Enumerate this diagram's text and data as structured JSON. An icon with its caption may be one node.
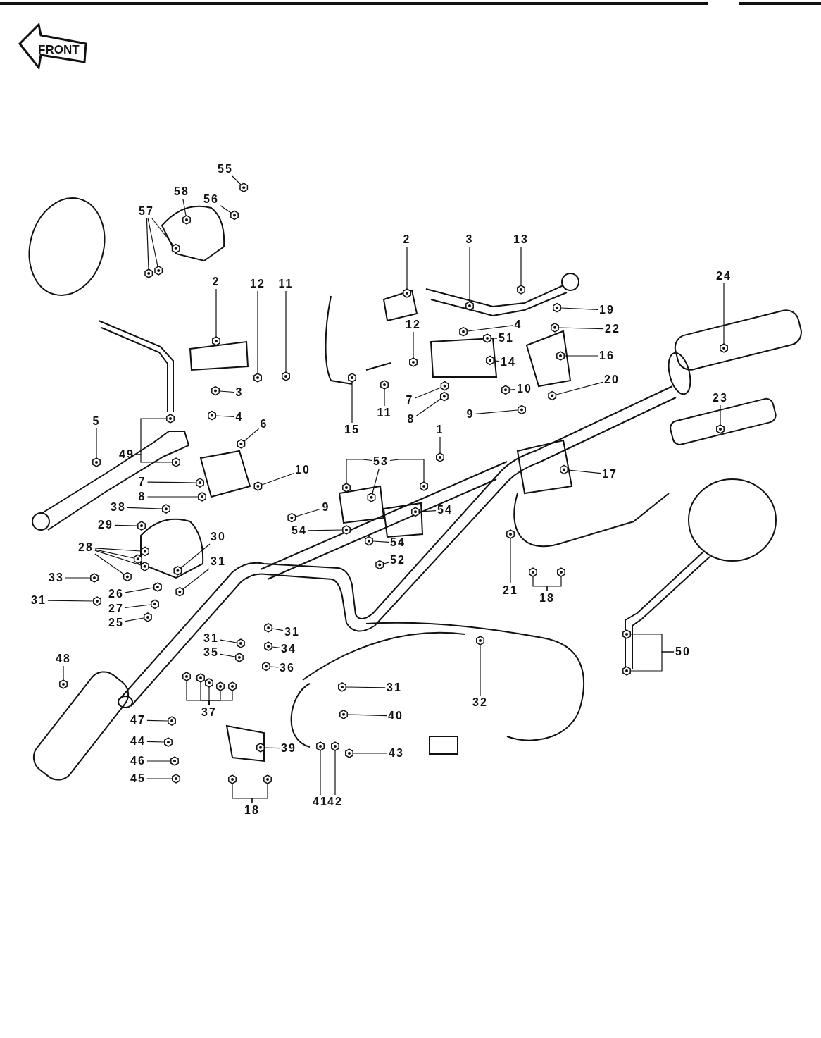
{
  "diagram": {
    "nodes": [
      {
        "text": [
          "58"
        ]
      },
      {
        "text": [
          "56"
        ]
      },
      {
        "text": [
          "55"
        ]
      },
      {
        "text": [
          "57"
        ]
      },
      {
        "text": [
          "2"
        ]
      },
      {
        "text": [
          "12"
        ]
      },
      {
        "text": [
          "11"
        ]
      },
      {
        "text": [
          "2"
        ]
      },
      {
        "text": [
          "3"
        ]
      },
      {
        "text": [
          "13"
        ]
      },
      {
        "text": [
          "19"
        ]
      },
      {
        "text": [
          "4"
        ]
      },
      {
        "text": [
          "22"
        ]
      },
      {
        "text": [
          "51"
        ]
      },
      {
        "text": [
          "12"
        ]
      },
      {
        "text": [
          "16"
        ]
      },
      {
        "text": [
          "14"
        ]
      },
      {
        "text": [
          "24"
        ]
      },
      {
        "text": [
          "20"
        ]
      },
      {
        "text": [
          "10"
        ]
      },
      {
        "text": [
          "7"
        ]
      },
      {
        "text": [
          "11"
        ]
      },
      {
        "text": [
          "8"
        ]
      },
      {
        "text": [
          "9"
        ]
      },
      {
        "text": [
          "15"
        ]
      },
      {
        "text": [
          "23"
        ]
      },
      {
        "text": [
          "1"
        ]
      },
      {
        "text": [
          "53"
        ]
      },
      {
        "text": [
          "5"
        ]
      },
      {
        "text": [
          "49"
        ]
      },
      {
        "text": [
          "3"
        ]
      },
      {
        "text": [
          "4"
        ]
      },
      {
        "text": [
          "6"
        ]
      },
      {
        "text": [
          "10"
        ]
      },
      {
        "text": [
          "9"
        ]
      },
      {
        "text": [
          "7"
        ]
      },
      {
        "text": [
          "8"
        ]
      },
      {
        "text": [
          "38"
        ]
      },
      {
        "text": [
          "29"
        ]
      },
      {
        "text": [
          "28"
        ]
      },
      {
        "text": [
          "30"
        ]
      },
      {
        "text": [
          "31"
        ]
      },
      {
        "text": [
          "33"
        ]
      },
      {
        "text": [
          "26"
        ]
      },
      {
        "text": [
          "31"
        ]
      },
      {
        "text": [
          "27"
        ]
      },
      {
        "text": [
          "25"
        ]
      },
      {
        "text": [
          "54"
        ]
      },
      {
        "text": [
          "54"
        ]
      },
      {
        "text": [
          "54"
        ]
      },
      {
        "text": [
          "52"
        ]
      },
      {
        "text": [
          "17"
        ]
      },
      {
        "text": [
          "21"
        ]
      },
      {
        "text": [
          "18"
        ]
      },
      {
        "text": [
          "31"
        ]
      },
      {
        "text": [
          "34"
        ]
      },
      {
        "text": [
          "31"
        ]
      },
      {
        "text": [
          "35"
        ]
      },
      {
        "text": [
          "36"
        ]
      },
      {
        "text": [
          "48"
        ]
      },
      {
        "text": [
          "50"
        ]
      },
      {
        "text": [
          "32"
        ]
      },
      {
        "text": [
          "31"
        ]
      },
      {
        "text": [
          "40"
        ]
      },
      {
        "text": [
          "37"
        ]
      },
      {
        "text": [
          "47"
        ]
      },
      {
        "text": [
          "44"
        ]
      },
      {
        "text": [
          "39"
        ]
      },
      {
        "text": [
          "43"
        ]
      },
      {
        "text": [
          "46"
        ]
      },
      {
        "text": [
          "45"
        ]
      },
      {
        "text": [
          "41"
        ]
      },
      {
        "text": [
          "42"
        ]
      },
      {
        "text": [
          "18"
        ]
      },
      {
        "text": [],
        "shape": "picture"
      },
      {
        "text": [],
        "shape": "picture"
      },
      {
        "text": [],
        "shape": "picture"
      },
      {
        "text": [],
        "shape": "picture"
      },
      {
        "text": [],
        "shape": "picture"
      },
      {
        "text": [],
        "shape": "picture"
      },
      {
        "text": [],
        "shape": "picture"
      },
      {
        "text": [],
        "shape": "picture"
      },
      {
        "text": [],
        "shape": "picture"
      },
      {
        "text": [],
        "shape": "picture"
      },
      {
        "text": [],
        "shape": "picture"
      },
      {
        "text": [],
        "shape": "picture"
      },
      {
        "text": [],
        "shape": "picture"
      },
      {
        "text": [],
        "shape": "picture"
      },
      {
        "text": [],
        "shape": "picture"
      },
      {
        "text": [],
        "shape": "picture"
      },
      {
        "text": [],
        "shape": "picture"
      },
      {
        "text": [],
        "shape": "picture"
      },
      {
        "text": [],
        "shape": "picture"
      },
      {
        "text": [],
        "shape": "picture"
      },
      {
        "text": [],
        "shape": "picture"
      },
      {
        "text": [],
        "shape": "picture"
      },
      {
        "text": [],
        "shape": "picture"
      },
      {
        "text": [],
        "shape": "picture"
      },
      {
        "text": [],
        "shape": "picture"
      },
      {
        "text": [],
        "shape": "picture"
      },
      {
        "text": [],
        "shape": "picture"
      },
      {
        "text": [],
        "shape": "picture"
      },
      {
        "text": [],
        "shape": "picture"
      },
      {
        "text": [],
        "shape": "picture"
      },
      {
        "text": [],
        "shape": "picture"
      },
      {
        "text": [],
        "shape": "picture"
      },
      {
        "text": [],
        "shape": "picture"
      },
      {
        "text": [],
        "shape": "picture"
      },
      {
        "text": [],
        "shape": "picture"
      },
      {
        "text": [],
        "shape": "picture"
      },
      {
        "text": [],
        "shape": "picture"
      },
      {
        "text": [],
        "shape": "picture"
      },
      {
        "text": [],
        "shape": "picture"
      },
      {
        "text": [],
        "shape": "picture"
      },
      {
        "text": [],
        "shape": "picture"
      },
      {
        "text": [],
        "shape": "picture"
      },
      {
        "text": [],
        "shape": "picture"
      },
      {
        "text": [],
        "shape": "picture"
      },
      {
        "text": [],
        "shape": "picture"
      },
      {
        "text": [],
        "shape": "picture"
      },
      {
        "text": [],
        "shape": "picture"
      },
      {
        "text": [],
        "shape": "picture"
      },
      {
        "text": [],
        "shape": "picture"
      },
      {
        "text": [],
        "shape": "picture"
      },
      {
        "text": [],
        "shape": "picture"
      },
      {
        "text": [],
        "shape": "picture"
      },
      {
        "text": [],
        "shape": "picture"
      },
      {
        "text": [],
        "shape": "picture"
      },
      {
        "text": [],
        "shape": "picture"
      },
      {
        "text": [],
        "shape": "picture"
      },
      {
        "text": [],
        "shape": "picture"
      },
      {
        "text": [],
        "shape": "picture"
      },
      {
        "text": [],
        "shape": "picture"
      },
      {
        "text": [],
        "shape": "picture"
      },
      {
        "text": [],
        "shape": "picture"
      },
      {
        "text": [],
        "shape": "picture"
      },
      {
        "text": [],
        "shape": "picture"
      },
      {
        "text": [],
        "shape": "picture"
      },
      {
        "text": [],
        "shape": "picture"
      },
      {
        "text": [],
        "shape": "picture"
      },
      {
        "text": [],
        "shape": "picture"
      },
      {
        "text": [],
        "shape": "picture"
      },
      {
        "text": [],
        "shape": "picture"
      },
      {
        "text": [],
        "shape": "picture"
      },
      {
        "text": [],
        "shape": "picture"
      },
      {
        "text": [],
        "shape": "picture"
      },
      {
        "text": [],
        "shape": "picture"
      },
      {
        "text": [],
        "shape": "picture"
      },
      {
        "text": [],
        "shape": "picture"
      },
      {
        "text": [],
        "shape": "picture"
      },
      {
        "text": [],
        "shape": "picture"
      },
      {
        "text": [],
        "shape": "picture"
      },
      {
        "text": [],
        "shape": "picture"
      },
      {
        "text": [],
        "shape": "picture"
      },
      {
        "text": [],
        "shape": "picture"
      },
      {
        "text": [],
        "shape": "picture"
      },
      {
        "text": [],
        "shape": "picture"
      },
      {
        "text": [],
        "shape": "picture"
      },
      {
        "text": [],
        "shape": "picture"
      },
      {
        "text": [],
        "shape": "picture"
      },
      {
        "text": [],
        "shape": "picture"
      },
      {
        "text": [],
        "shape": "picture"
      },
      {
        "text": [],
        "shape": "picture"
      }
    ],
    "edges": [
      {
        "from": 0,
        "to": 74,
        "arrow": "none"
      },
      {
        "from": 1,
        "to": 75,
        "arrow": "none"
      },
      {
        "from": 2,
        "to": 76,
        "arrow": "none"
      },
      {
        "from": 3,
        "to": 77,
        "arrow": "none"
      },
      {
        "from": 3,
        "to": 78,
        "arrow": "none"
      },
      {
        "from": 3,
        "to": 79,
        "arrow": "none"
      },
      {
        "from": 4,
        "to": 80,
        "arrow": "none"
      },
      {
        "from": 5,
        "to": 81,
        "arrow": "none"
      },
      {
        "from": 6,
        "to": 82,
        "arrow": "none"
      },
      {
        "from": 7,
        "to": 83,
        "arrow": "none"
      },
      {
        "from": 8,
        "to": 84,
        "arrow": "none"
      },
      {
        "from": 9,
        "to": 85,
        "arrow": "none"
      },
      {
        "from": 10,
        "to": 86,
        "arrow": "none"
      },
      {
        "from": 11,
        "to": 87,
        "arrow": "none"
      },
      {
        "from": 12,
        "to": 88,
        "arrow": "none"
      },
      {
        "from": 13,
        "to": 89,
        "arrow": "none"
      },
      {
        "from": 14,
        "to": 90,
        "arrow": "none"
      },
      {
        "from": 15,
        "to": 91,
        "arrow": "none"
      },
      {
        "from": 16,
        "to": 92,
        "arrow": "none"
      },
      {
        "from": 17,
        "to": 93,
        "arrow": "none"
      },
      {
        "from": 18,
        "to": 94,
        "arrow": "none"
      },
      {
        "from": 19,
        "to": 95,
        "arrow": "none"
      },
      {
        "from": 20,
        "to": 96,
        "arrow": "none"
      },
      {
        "from": 21,
        "to": 97,
        "arrow": "none"
      },
      {
        "from": 22,
        "to": 98,
        "arrow": "none"
      },
      {
        "from": 23,
        "to": 99,
        "arrow": "none"
      },
      {
        "from": 24,
        "to": 100,
        "arrow": "none"
      },
      {
        "from": 25,
        "to": 101,
        "arrow": "none"
      },
      {
        "from": 26,
        "to": 102,
        "arrow": "none"
      },
      {
        "from": 27,
        "to": 103,
        "arrow": "none"
      },
      {
        "from": 27,
        "to": 104,
        "arrow": "none"
      },
      {
        "from": 27,
        "to": 105,
        "arrow": "none"
      },
      {
        "from": 28,
        "to": 106,
        "arrow": "none"
      },
      {
        "from": 29,
        "to": 107,
        "arrow": "none"
      },
      {
        "from": 29,
        "to": 108,
        "arrow": "none"
      },
      {
        "from": 30,
        "to": 109,
        "arrow": "none"
      },
      {
        "from": 31,
        "to": 110,
        "arrow": "none"
      },
      {
        "from": 32,
        "to": 111,
        "arrow": "none"
      },
      {
        "from": 33,
        "to": 112,
        "arrow": "none"
      },
      {
        "from": 34,
        "to": 113,
        "arrow": "none"
      },
      {
        "from": 35,
        "to": 114,
        "arrow": "none"
      },
      {
        "from": 36,
        "to": 115,
        "arrow": "none"
      },
      {
        "from": 37,
        "to": 116,
        "arrow": "none"
      },
      {
        "from": 38,
        "to": 117,
        "arrow": "none"
      },
      {
        "from": 39,
        "to": 118,
        "arrow": "none"
      },
      {
        "from": 39,
        "to": 119,
        "arrow": "none"
      },
      {
        "from": 39,
        "to": 120,
        "arrow": "none"
      },
      {
        "from": 39,
        "to": 121,
        "arrow": "none"
      },
      {
        "from": 40,
        "to": 122,
        "arrow": "none"
      },
      {
        "from": 41,
        "to": 123,
        "arrow": "none"
      },
      {
        "from": 42,
        "to": 124,
        "arrow": "none"
      },
      {
        "from": 43,
        "to": 125,
        "arrow": "none"
      },
      {
        "from": 44,
        "to": 126,
        "arrow": "none"
      },
      {
        "from": 45,
        "to": 127,
        "arrow": "none"
      },
      {
        "from": 46,
        "to": 128,
        "arrow": "none"
      },
      {
        "from": 47,
        "to": 129,
        "arrow": "none"
      },
      {
        "from": 48,
        "to": 130,
        "arrow": "none"
      },
      {
        "from": 49,
        "to": 131,
        "arrow": "none"
      },
      {
        "from": 50,
        "to": 132,
        "arrow": "none"
      },
      {
        "from": 51,
        "to": 133,
        "arrow": "none"
      },
      {
        "from": 52,
        "to": 134,
        "arrow": "none"
      },
      {
        "from": 53,
        "to": 135,
        "arrow": "none"
      },
      {
        "from": 53,
        "to": 136,
        "arrow": "none"
      },
      {
        "from": 54,
        "to": 137,
        "arrow": "none"
      },
      {
        "from": 55,
        "to": 138,
        "arrow": "none"
      },
      {
        "from": 56,
        "to": 139,
        "arrow": "none"
      },
      {
        "from": 57,
        "to": 140,
        "arrow": "none"
      },
      {
        "from": 58,
        "to": 141,
        "arrow": "none"
      },
      {
        "from": 59,
        "to": 142,
        "arrow": "none"
      },
      {
        "from": 60,
        "to": 143,
        "arrow": "none"
      },
      {
        "from": 60,
        "to": 144,
        "arrow": "none"
      },
      {
        "from": 61,
        "to": 145,
        "arrow": "none"
      },
      {
        "from": 62,
        "to": 146,
        "arrow": "none"
      },
      {
        "from": 63,
        "to": 147,
        "arrow": "none"
      },
      {
        "from": 64,
        "to": 148,
        "arrow": "none"
      },
      {
        "from": 64,
        "to": 149,
        "arrow": "none"
      },
      {
        "from": 64,
        "to": 150,
        "arrow": "none"
      },
      {
        "from": 64,
        "to": 151,
        "arrow": "none"
      },
      {
        "from": 64,
        "to": 152,
        "arrow": "none"
      },
      {
        "from": 65,
        "to": 153,
        "arrow": "none"
      },
      {
        "from": 66,
        "to": 154,
        "arrow": "none"
      },
      {
        "from": 67,
        "to": 155,
        "arrow": "none"
      },
      {
        "from": 68,
        "to": 156,
        "arrow": "none"
      },
      {
        "from": 69,
        "to": 157,
        "arrow": "none"
      },
      {
        "from": 70,
        "to": 158,
        "arrow": "none"
      },
      {
        "from": 71,
        "to": 159,
        "arrow": "none"
      },
      {
        "from": 72,
        "to": 160,
        "arrow": "none"
      },
      {
        "from": 73,
        "to": 161,
        "arrow": "none"
      },
      {
        "from": 73,
        "to": 162,
        "arrow": "none"
      }
    ],
    "labels": [
      "FRONT"
    ]
  }
}
